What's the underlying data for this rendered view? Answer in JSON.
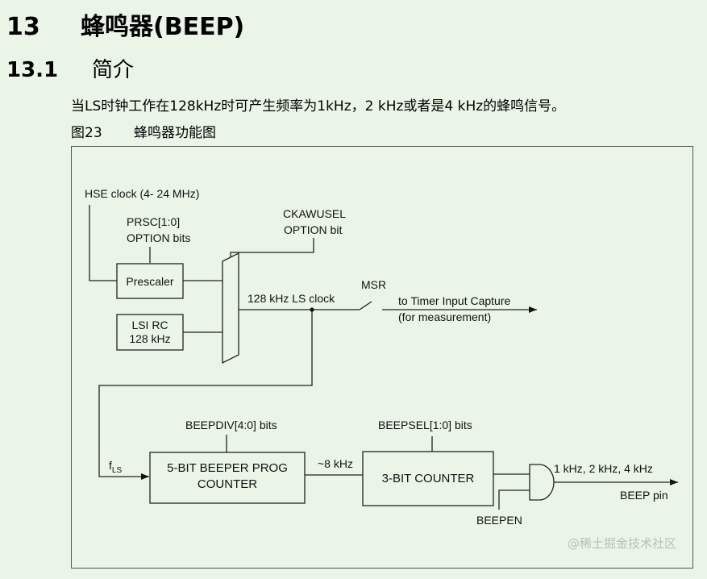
{
  "heading": {
    "number": "13",
    "title": "蜂鸣器(BEEP)"
  },
  "subheading": {
    "number": "13.1",
    "title": "简介"
  },
  "intro": "当LS时钟工作在128kHz时可产生频率为1kHz，2 kHz或者是4 kHz的蜂鸣信号。",
  "figure": {
    "number": "图23",
    "caption": "蜂鸣器功能图",
    "labels": {
      "hse_clock": "HSE clock (4- 24 MHz)",
      "prsc_line1": "PRSC[1:0]",
      "prsc_line2": "OPTION bits",
      "ckawusel_line1": "CKAWUSEL",
      "ckawusel_line2": "OPTION bit",
      "prescaler": "Prescaler",
      "lsi_line1": "LSI RC",
      "lsi_line2": "128 kHz",
      "ls_clock": "128 kHz LS clock",
      "msr": "MSR",
      "timer_line1": "to Timer Input Capture",
      "timer_line2": "(for measurement)",
      "beepdiv": "BEEPDIV[4:0] bits",
      "beepsel": "BEEPSEL[1:0] bits",
      "f_ls_main": "f",
      "f_ls_sub": "LS",
      "beeper_line1": "5-BIT BEEPER PROG",
      "beeper_line2": "COUNTER",
      "freq_8k": "~8 kHz",
      "counter3": "3-BIT COUNTER",
      "output_freqs": "1 kHz, 2 kHz, 4 kHz",
      "beep_pin": "BEEP pin",
      "beepen": "BEEPEN"
    }
  },
  "watermark": "@稀土掘金技术社区"
}
